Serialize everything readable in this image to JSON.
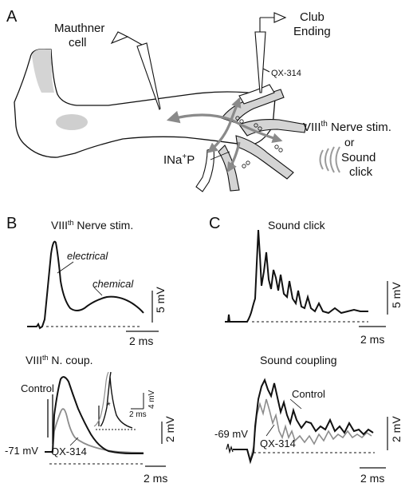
{
  "panels": {
    "a": {
      "letter": "A",
      "mauthner_line1": "Mauthner",
      "mauthner_line2": "cell",
      "club_line1": "Club",
      "club_line2": "Ending",
      "drug": "QX-314",
      "current_main": "INa",
      "current_sup": "+",
      "current_end": "P",
      "nerve_main": "VIII",
      "nerve_sup": "th",
      "nerve_end": " Nerve stim.",
      "or_word": "or",
      "sound_line1": "Sound",
      "sound_line2": "click"
    },
    "b": {
      "letter": "B",
      "top_title_main": "VIII",
      "top_title_sup": "th",
      "top_title_end": " Nerve stim.",
      "label_electrical": "electrical",
      "label_chemical": "chemical",
      "top_scale_v": "5 mV",
      "top_scale_t": "2 ms",
      "bottom_title_main": "VIII",
      "bottom_title_sup": "th",
      "bottom_title_end": " N. coup.",
      "label_control": "Control",
      "label_drug": "QX-314",
      "resting_potential": "-71 mV",
      "inset_scale_v": "4 mV",
      "inset_scale_t": "2 ms",
      "inset_marker": "*",
      "bottom_scale_v": "2 mV",
      "bottom_scale_t": "2 ms"
    },
    "c": {
      "letter": "C",
      "top_title": "Sound click",
      "top_scale_v": "5 mV",
      "top_scale_t": "2 ms",
      "bottom_title": "Sound coupling",
      "label_control": "Control",
      "label_drug": "QX-314",
      "resting_potential": "-69 mV",
      "bottom_scale_v": "2 mV",
      "bottom_scale_t": "2 ms"
    }
  },
  "colors": {
    "trace_control": "#111111",
    "trace_drug": "#8c8c8c",
    "arrow_gray": "#8a8a8a",
    "dendrite_fill": "#d4d4d4",
    "soma_nucleus": "#cfcfcf"
  }
}
